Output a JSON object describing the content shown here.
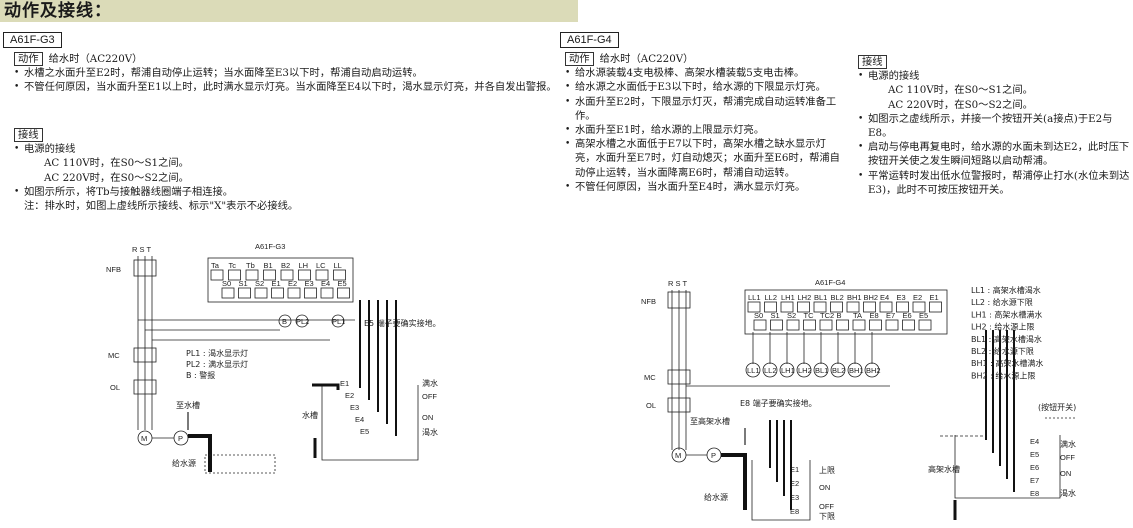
{
  "header": {
    "title": "动作及接线："
  },
  "g3": {
    "model": "A61F-G3",
    "action_tag": "动作",
    "action_head": "给水时（AC220V）",
    "bullets": [
      "水槽之水面升至E2时，帮浦自动停止运转；当水面降至E3以下时，帮浦自动启动运转。",
      "不管任何原因，当水面升至E1以上时，此时满水显示灯亮。当水面降至E4以下时，渴水显示灯亮，并各自发出警报。"
    ],
    "wiring_tag": "接线",
    "wiring": [
      "电源的接线",
      "AC 110V时，在S0～S1之间。",
      "AC 220V时，在S0～S2之间。",
      "如图示所示，将Tb与接触器线圈端子相连接。",
      "注：排水时，如图上虚线所示接线、标示\"X\"表示不必接线。"
    ],
    "diagram": {
      "title": "A61F-G3",
      "terms_top": [
        "Ta",
        "Tc",
        "Tb",
        "B1",
        "B2",
        "LH",
        "LC",
        "LL"
      ],
      "terms_bot": [
        "S0",
        "S1",
        "S2",
        "E1",
        "E2",
        "E3",
        "E4",
        "E5"
      ],
      "rst": "R S T",
      "nfb": "NFB",
      "mc": "MC",
      "ol": "OL",
      "motor": "M",
      "pump": "P",
      "lamp_b": "B",
      "lamp_pl2": "PL2",
      "lamp_pl1": "PL1",
      "ground": "E5 端子要确实接地。",
      "legend": [
        "PL1 : 渴水显示灯",
        "PL2 : 满水显示灯",
        "B : 警报"
      ],
      "to_tank": "至水槽",
      "tank": "水槽",
      "source": "给水源",
      "electrodes": [
        "E1",
        "E2",
        "E3",
        "E4",
        "E5"
      ],
      "levels": [
        "满水",
        "OFF",
        "ON",
        "渴水"
      ]
    }
  },
  "g4": {
    "model": "A61F-G4",
    "action_tag": "动作",
    "action_head": "给水时（AC220V）",
    "bullets": [
      "给水源装载4支电极棒、高架水槽装载5支电击棒。",
      "给水源之水面低于E3以下时，给水源的下限显示灯亮。",
      "水面升至E2时，下限显示灯灭，帮浦完成自动运转准备工作。",
      "水面升至E1时，给水源的上限显示灯亮。",
      "高架水槽之水面低于E7以下时，高架水槽之缺水显示灯亮，水面升至E7时，灯自动熄灭；水面升至E6时，帮浦自动停止运转，当水面降离E6时，帮浦自动运转。",
      "不管任何原因，当水面升至E4时，满水显示灯亮。"
    ],
    "wiring_tag": "接线",
    "wiring_items": [
      "电源的接线",
      "AC 110V时，在S0～S1之间。",
      "AC 220V时，在S0～S2之间。",
      "如图示之虚线所示，并接一个按钮开关(a接点)于E2与E8。",
      "启动与停电再复电时，给水源的水面未到达E2，此时压下按钮开关使之发生瞬间短路以启动帮浦。",
      "平常运转时发出低水位警报时，帮浦停止打水(水位未到达E3)，此时不可按压按钮开关。"
    ],
    "diagram": {
      "title": "A61F-G4",
      "terms_top": [
        "LL1",
        "LL2",
        "LH1",
        "LH2",
        "BL1",
        "BL2",
        "BH1",
        "BH2",
        "E4",
        "E3",
        "E2",
        "E1"
      ],
      "terms_bot": [
        "S0",
        "S1",
        "S2",
        "TC",
        "TC2",
        "B",
        "TA",
        "E8",
        "E7",
        "E6",
        "E5"
      ],
      "lamps": [
        "LL1",
        "LL2",
        "LH1",
        "LH2",
        "BL1",
        "BL2",
        "BH1",
        "BH2"
      ],
      "rst": "R S T",
      "nfb": "NFB",
      "mc": "MC",
      "ol": "OL",
      "motor": "M",
      "pump": "P",
      "ground": "E8 端子要确实接地。",
      "to_tank": "至高架水槽",
      "source": "给水源",
      "tank": "高架水槽",
      "button": "(按钮开关)",
      "legend": [
        "LL1 : 高架水槽渴水",
        "LL2 : 给水源下限",
        "LH1 : 高架水槽满水",
        "LH2 : 给水源上限",
        "BL1 : 高架水槽渴水",
        "BL2 : 给水源下限",
        "BH1 : 高架水槽满水",
        "BH2 : 给水源上限"
      ],
      "src_electrodes": [
        "E1",
        "E2",
        "E3",
        "E8"
      ],
      "src_levels": [
        "上限",
        "ON",
        "OFF",
        "下限"
      ],
      "tank_electrodes": [
        "E4",
        "E5",
        "E6",
        "E7",
        "E8"
      ],
      "tank_levels": [
        "满水",
        "OFF",
        "ON",
        "渴水"
      ]
    }
  }
}
